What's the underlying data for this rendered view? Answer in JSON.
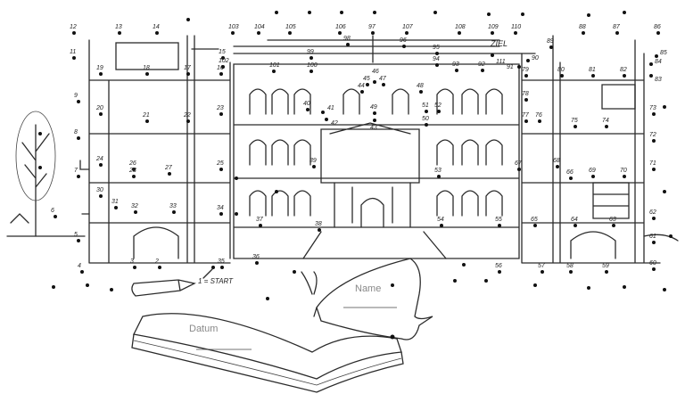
{
  "puzzle": {
    "goal_label": "ZIEL",
    "start_label": "1 = START",
    "name_label": "Name",
    "date_label": "Datum",
    "ink_color": "#2b2b2b",
    "dots": [
      "2",
      "3",
      "4",
      "5",
      "6",
      "7",
      "8",
      "9",
      "11",
      "12",
      "13",
      "14",
      "15",
      "16",
      "17",
      "18",
      "19",
      "20",
      "21",
      "22",
      "23",
      "24",
      "25",
      "26",
      "27",
      "28",
      "30",
      "31",
      "32",
      "33",
      "34",
      "35",
      "36",
      "37",
      "38",
      "39",
      "40",
      "41",
      "42",
      "43",
      "44",
      "45",
      "46",
      "47",
      "48",
      "49",
      "50",
      "51",
      "52",
      "53",
      "54",
      "55",
      "56",
      "57",
      "58",
      "59",
      "60",
      "61",
      "62",
      "63",
      "64",
      "65",
      "66",
      "67",
      "68",
      "69",
      "70",
      "71",
      "72",
      "73",
      "74",
      "75",
      "76",
      "77",
      "78",
      "79",
      "80",
      "81",
      "82",
      "83",
      "84",
      "85",
      "86",
      "87",
      "88",
      "89",
      "90",
      "91",
      "92",
      "93",
      "94",
      "95",
      "96",
      "97",
      "98",
      "99",
      "100",
      "101",
      "102",
      "103",
      "104",
      "105",
      "106",
      "107",
      "108",
      "109",
      "110",
      "111"
    ]
  }
}
